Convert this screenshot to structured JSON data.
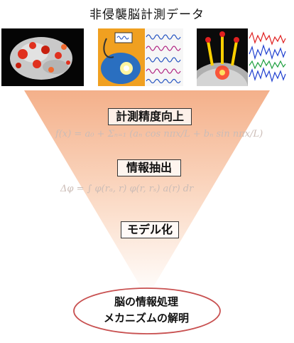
{
  "header": {
    "title": "非侵襲脳計測データ"
  },
  "stages": [
    {
      "label": "計測精度向上"
    },
    {
      "label": "情報抽出"
    },
    {
      "label": "モデル化"
    }
  ],
  "formulas": {
    "fourier": "f(x) = a₀ + Σₙ₌₁ (aₙ cos nπx/L + bₙ sin nπx/L)",
    "potential": "Δφ = ∫ φ(rₐ, r) φ(r, rₛ) a(r) dr"
  },
  "outcome": {
    "line1": "脳の情報処理",
    "line2": "メカニズムの解明"
  },
  "colors": {
    "funnel_top": "#f4b08a",
    "funnel_bottom": "#ffffff",
    "ellipse_border": "#c85050",
    "activation": "#e0301e"
  },
  "panels": [
    {
      "icon": "brain-activation-map-icon"
    },
    {
      "icon": "ecog-electrode-icon"
    },
    {
      "icon": "eeg-scalp-wave-icon"
    }
  ]
}
